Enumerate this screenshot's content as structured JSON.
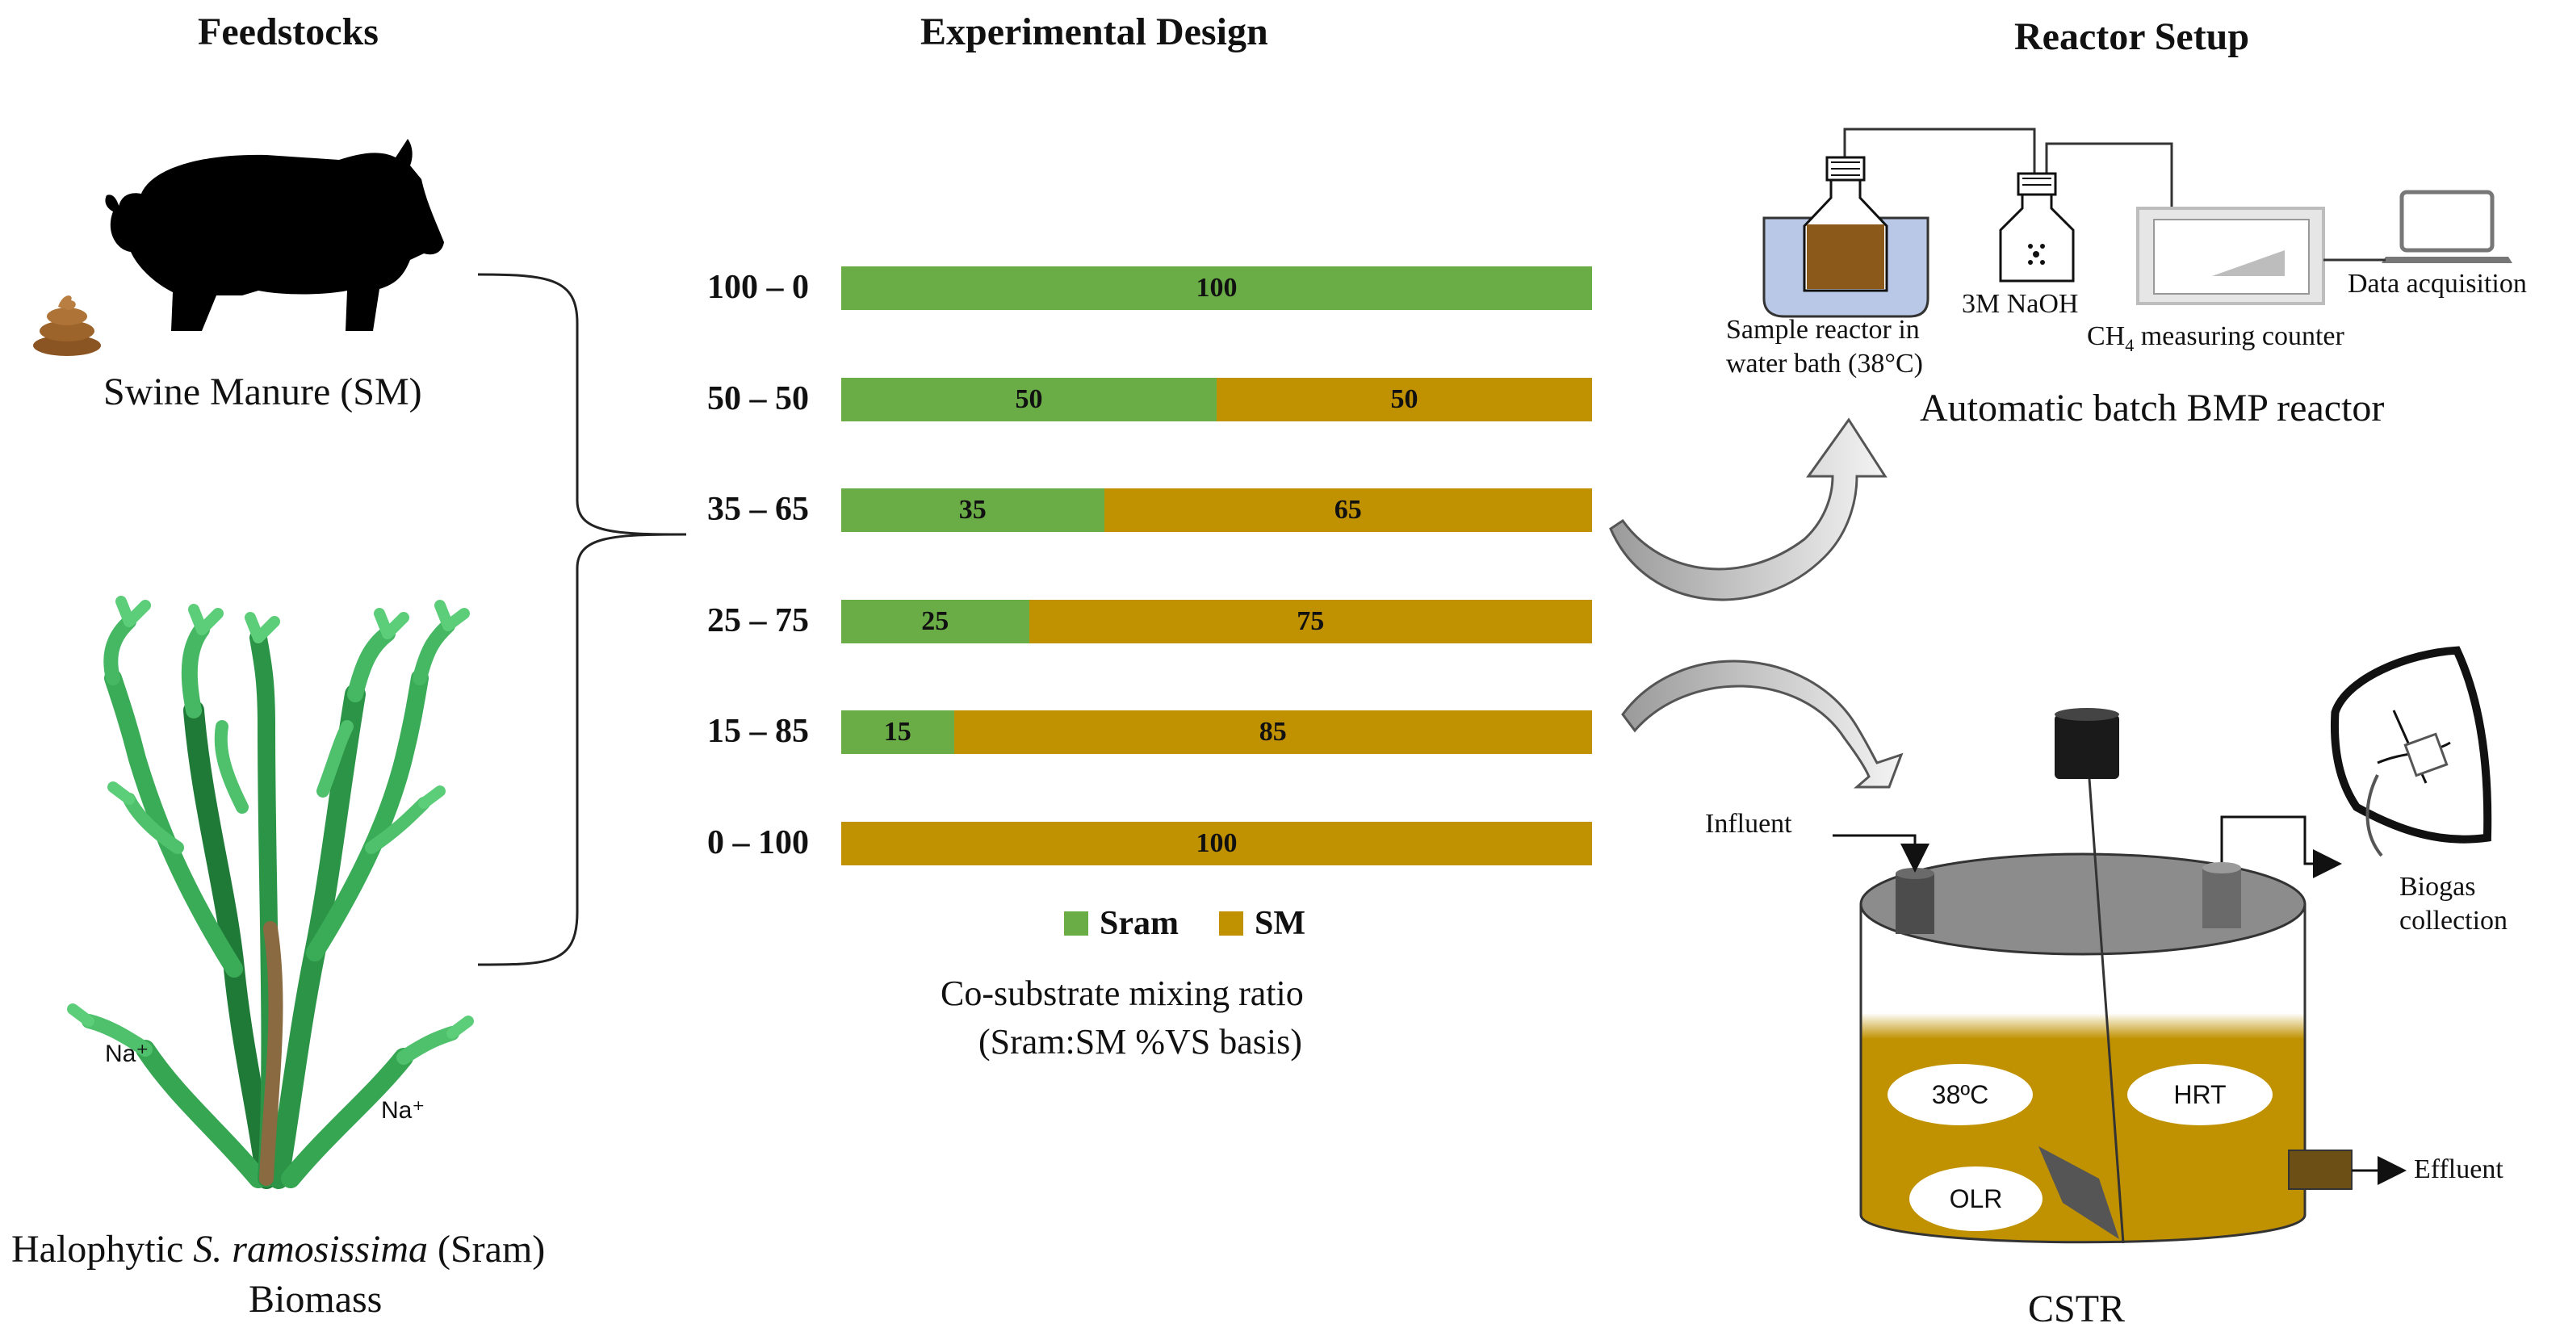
{
  "headings": {
    "feedstocks": "Feedstocks",
    "experimental_design": "Experimental Design",
    "reactor_setup": "Reactor Setup"
  },
  "feedstocks": {
    "swine_label": "Swine Manure (SM)",
    "halophyte_prefix": "Halophytic",
    "halophyte_species": "S. ramosissima",
    "halophyte_suffix": "(Sram)",
    "halophyte_line2": "Biomass",
    "na_label_1": "Na⁺",
    "na_label_2": "Na⁺"
  },
  "chart_data": {
    "type": "bar",
    "orientation": "horizontal-stacked",
    "categories": [
      "100 – 0",
      "50 – 50",
      "35 – 65",
      "25 – 75",
      "15 – 85",
      "0 – 100"
    ],
    "series": [
      {
        "name": "Sram",
        "values": [
          100,
          50,
          35,
          25,
          15,
          0
        ],
        "color": "#6aac46"
      },
      {
        "name": "SM",
        "values": [
          0,
          50,
          65,
          75,
          85,
          100
        ],
        "color": "#c09100"
      }
    ],
    "xlim": [
      0,
      100
    ],
    "legend": "bottom",
    "caption_line1": "Co-substrate mixing ratio",
    "caption_line2": "(Sram:SM %VS basis)"
  },
  "reactor": {
    "sample_reactor_line1": "Sample reactor  in",
    "sample_reactor_line2": "water bath (38°C)",
    "naoh_label": "3M NaOH",
    "ch4_label_prefix": "CH",
    "ch4_label_sub": "4",
    "ch4_label_suffix": " measuring counter",
    "data_acq_label": "Data acquisition",
    "bmp_title": "Automatic batch BMP reactor",
    "influent_label": "Influent",
    "effluent_label": "Effluent",
    "biogas_line1": "Biogas",
    "biogas_line2": "collection",
    "temp_label": "38ºC",
    "hrt_label": "HRT",
    "olr_label": "OLR",
    "cstr_title": "CSTR"
  },
  "colors": {
    "sram": "#6aac46",
    "sm": "#c09100",
    "digestate": "#c09100",
    "brown_liquid": "#8b5a1a",
    "water_bath": "#b8c8e6",
    "plant": "#2f9a4a"
  }
}
